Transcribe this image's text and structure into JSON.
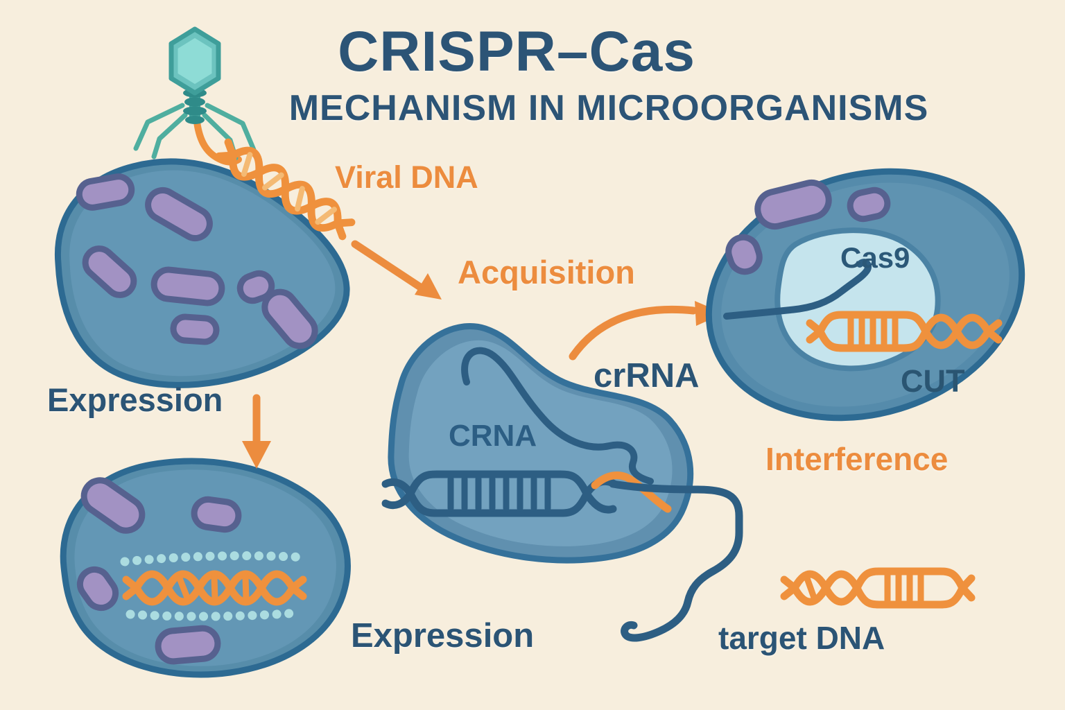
{
  "title": {
    "text": "CRISPR–Cas",
    "subtitle": "MECHANISM IN MICROORGANISMS"
  },
  "labels": {
    "viral_dna": "Viral DNA",
    "acquisition": "Acquisition",
    "expression_left": "Expression",
    "crna": "CRNA",
    "crrna": "crRNA",
    "cas9": "Cas9",
    "cut": "CUT",
    "interference": "Interference",
    "expression_bottom": "Expression",
    "target_dna": "target DNA"
  },
  "colors": {
    "background": "#f7eedd",
    "navy_text": "#2b5475",
    "orange": "#ec8c3e",
    "light_orange_rung": "#f4ba74",
    "cell_fill": "#5f93b1",
    "cell_outline": "#2d6a92",
    "plasmid_fill": "#a292c3",
    "plasmid_outline": "#56618f",
    "phage_teal": "#6cc3bf",
    "phage_outline": "#3f9e9a",
    "nucleus_fill": "#c5e4ed",
    "spacer_dots": "#abdce0",
    "rna_line": "#2d5e83"
  }
}
